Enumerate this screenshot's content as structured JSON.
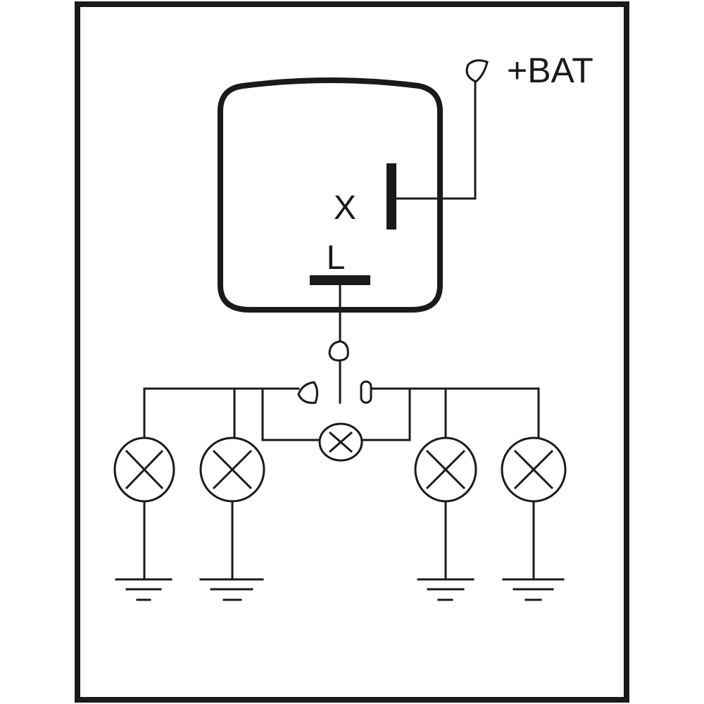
{
  "diagram": {
    "terminals": {
      "battery": "+BAT",
      "x": "X",
      "l": "L"
    },
    "components": {
      "flasher_unit": "flasher-relay",
      "switch": "indicator-switch",
      "indicator_lamp": "dashboard-indicator-lamp",
      "lamps": [
        "left-front-lamp",
        "left-rear-lamp",
        "right-front-lamp",
        "right-rear-lamp"
      ],
      "grounds": [
        "ground-1",
        "ground-2",
        "ground-3",
        "ground-4"
      ]
    },
    "colors": {
      "stroke": "#1a1a1a",
      "background": "#ffffff"
    }
  }
}
